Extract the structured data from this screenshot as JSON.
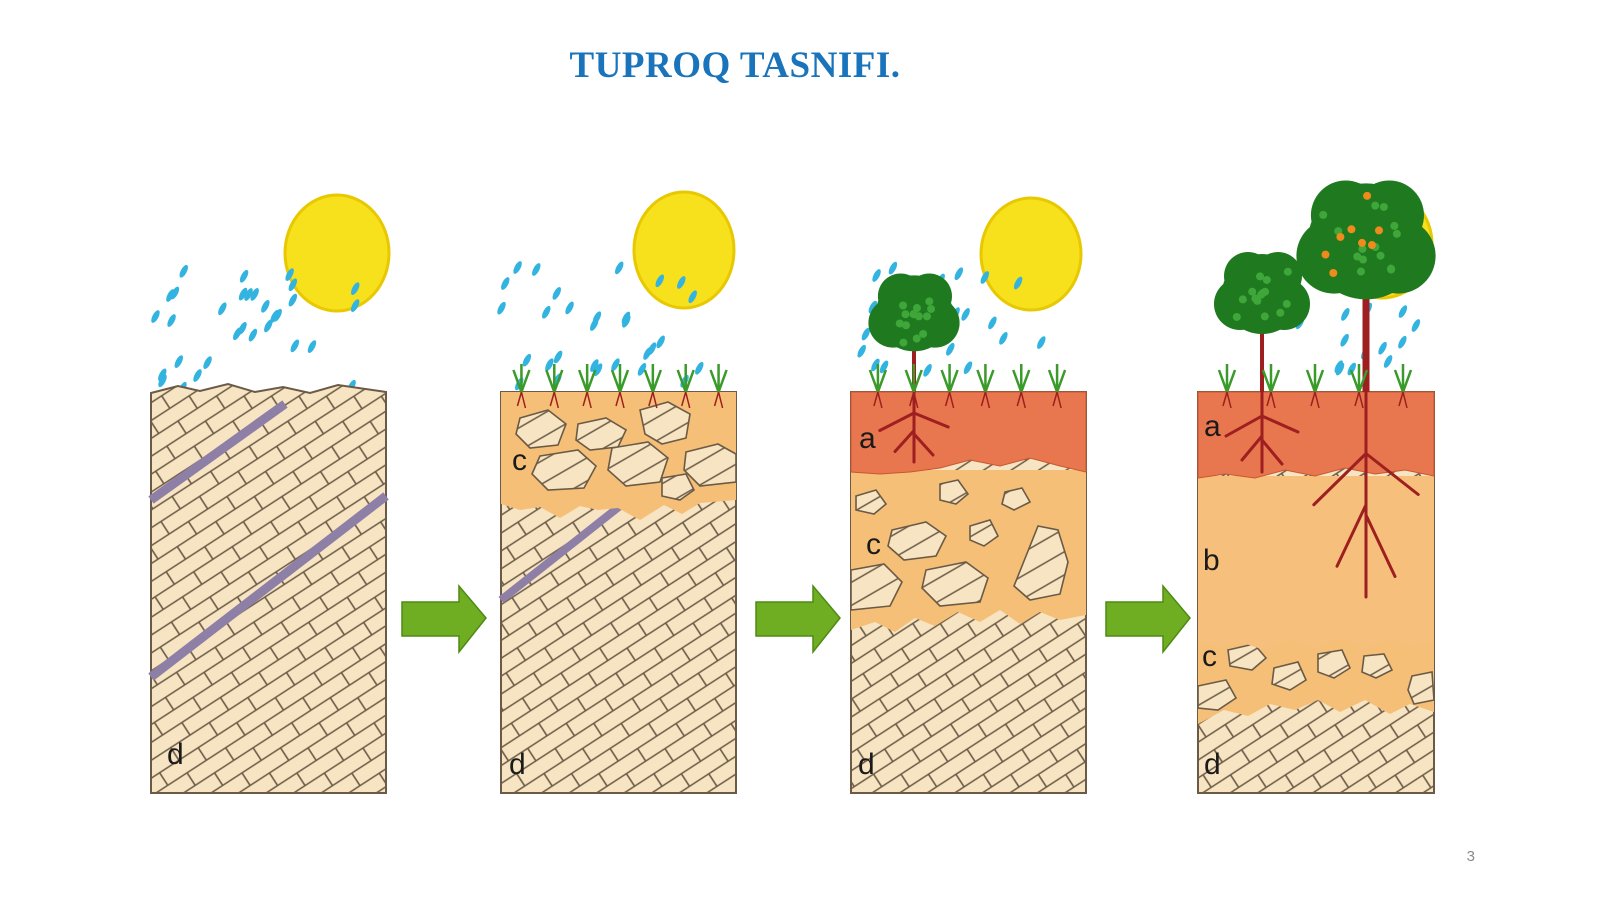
{
  "title": "TUPROQ TASNIFI.",
  "page_number": "3",
  "labels": {
    "a": "a",
    "b": "b",
    "c": "c",
    "d": "d"
  },
  "colors": {
    "title": "#1a74bb",
    "sun": "#f7e01c",
    "rain": "#33b4e0",
    "rock": "#f6e4c2",
    "weathered": "#f5bf78",
    "topsoil": "#e8764e",
    "subsoil": "#f7bf7c",
    "vein": "#8d7fa6",
    "arrow": "#6fae22",
    "foliage": "#1f7a1f",
    "root": "#9e1f1f"
  }
}
